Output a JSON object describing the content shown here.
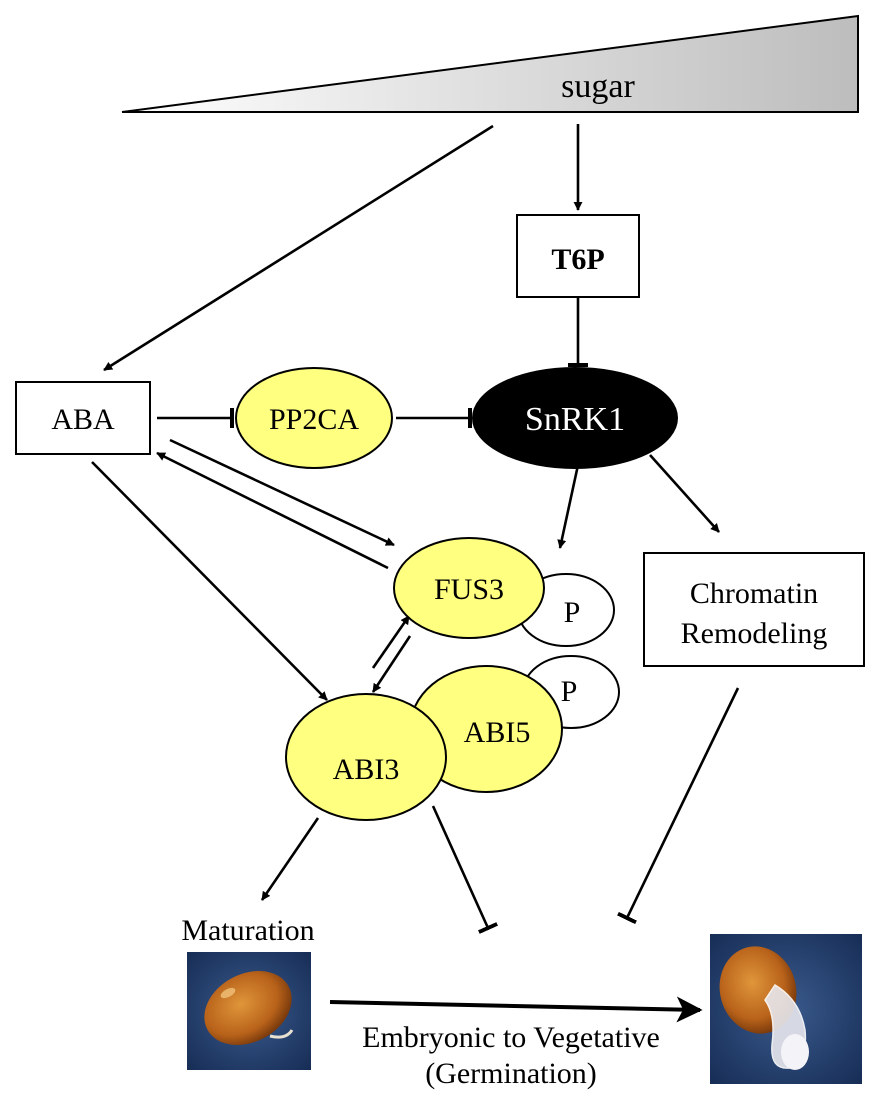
{
  "colors": {
    "protein_fill": "#ffff80",
    "snrk1_fill": "#000000",
    "gradient_dark": "#bdbdbd",
    "gradient_light": "#ffffff",
    "seed_background": "#1f3a6b"
  },
  "nodes": {
    "sugar": "sugar",
    "t6p": "T6P",
    "aba": "ABA",
    "pp2ca": "PP2CA",
    "snrk1": "SnRK1",
    "fus3": "FUS3",
    "fus3_p": "P",
    "chromatin_line1": "Chromatin",
    "chromatin_line2": "Remodeling",
    "abi3": "ABI3",
    "abi5": "ABI5",
    "abi5_p": "P"
  },
  "outcomes": {
    "maturation": "Maturation",
    "transition_line1": "Embryonic to Vegetative",
    "transition_line2": "(Germination)"
  }
}
